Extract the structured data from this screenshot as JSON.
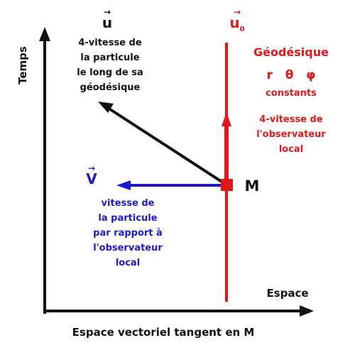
{
  "axes": {
    "y_label": "Temps",
    "x_label": "Espace",
    "caption": "Espace vectoriel tangent en M"
  },
  "point": {
    "label": "M"
  },
  "vector_u": {
    "symbol": "u",
    "lines": [
      "4-vitesse de",
      "la particule",
      "le long de sa",
      "géodésique"
    ]
  },
  "vector_u0": {
    "symbol": "u",
    "subscript": "0",
    "title": "Géodésique",
    "coords": "r   θ   φ",
    "constants": "constants",
    "lines": [
      "4-vitesse de",
      "l'observateur",
      "local"
    ]
  },
  "vector_v": {
    "symbol": "V",
    "lines": [
      "vitesse de",
      "la particule",
      "par rapport à",
      "l'observateur",
      "local"
    ]
  },
  "colors": {
    "black": "#111111",
    "red": "#e01818",
    "blue": "#1a1acc"
  }
}
